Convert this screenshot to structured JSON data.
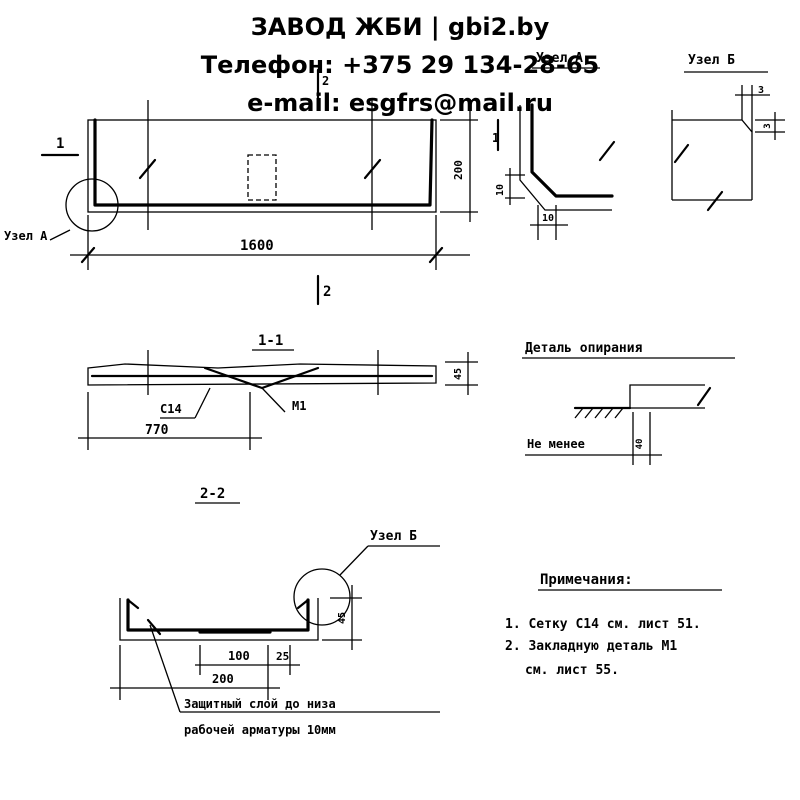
{
  "header": {
    "line1": "ЗАВОД ЖБИ | gbi2.by",
    "line2": "Телефон: +375 29 134-28-65",
    "line3": "e-mail: esgfrs@mail.ru"
  },
  "drawing": {
    "plan": {
      "section_mark_1": "1",
      "section_mark_2": "2",
      "width_dim": "1600",
      "height_dim": "200",
      "node_a_label": "Узел А"
    },
    "node_a": {
      "title": "Узел А",
      "dim1": "10",
      "dim2": "10",
      "mark": "1"
    },
    "node_b": {
      "title": "Узел Б",
      "dim1": "3",
      "dim2": "3"
    },
    "section_1_1": {
      "title": "1-1",
      "mesh": "С14",
      "embed": "М1",
      "dim": "770",
      "height": "45"
    },
    "support_detail": {
      "title": "Деталь опирания",
      "not_less": "Не менее",
      "dim": "40"
    },
    "section_2_2": {
      "title": "2-2",
      "node_b": "Узел Б",
      "dim_100": "100",
      "dim_25": "25",
      "dim_200": "200",
      "height": "45",
      "note_line1": "Защитный слой до низа",
      "note_line2": "рабочей арматуры 10мм"
    },
    "notes": {
      "title": "Примечания:",
      "item1": "1. Сетку С14 см. лист 51.",
      "item2a": "2. Закладную деталь М1",
      "item2b": "см. лист 55."
    }
  }
}
